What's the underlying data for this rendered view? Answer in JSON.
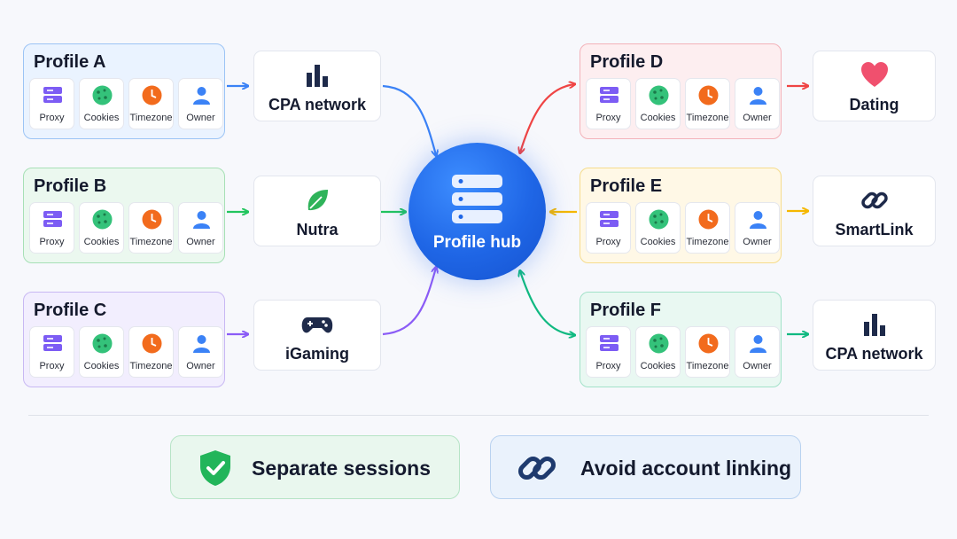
{
  "colors": {
    "profile_a": "#3b82f6",
    "profile_b": "#22c55e",
    "profile_c": "#8b5cf6",
    "profile_d": "#ef4444",
    "profile_e": "#f5b700",
    "profile_f": "#10b981",
    "hub": "#1f66e6"
  },
  "chip_labels": {
    "proxy": "Proxy",
    "cookies": "Cookies",
    "timezone": "Timezone",
    "owner": "Owner"
  },
  "profiles": [
    {
      "id": "a",
      "title": "Profile A"
    },
    {
      "id": "b",
      "title": "Profile B"
    },
    {
      "id": "c",
      "title": "Profile C"
    },
    {
      "id": "d",
      "title": "Profile D"
    },
    {
      "id": "e",
      "title": "Profile E"
    },
    {
      "id": "f",
      "title": "Profile F"
    }
  ],
  "offers": [
    {
      "label": "CPA network",
      "icon": "bar-chart-icon"
    },
    {
      "label": "Nutra",
      "icon": "leaf-icon"
    },
    {
      "label": "iGaming",
      "icon": "gamepad-icon"
    },
    {
      "label": "Dating",
      "icon": "heart-icon"
    },
    {
      "label": "SmartLink",
      "icon": "link-icon"
    },
    {
      "label": "CPA network",
      "icon": "bar-chart-icon"
    }
  ],
  "hub": {
    "label": "Profile hub",
    "icon": "server-stack-icon"
  },
  "badges": [
    {
      "label": "Separate sessions",
      "icon": "shield-check-icon"
    },
    {
      "label": "Avoid account linking",
      "icon": "link-icon"
    }
  ]
}
